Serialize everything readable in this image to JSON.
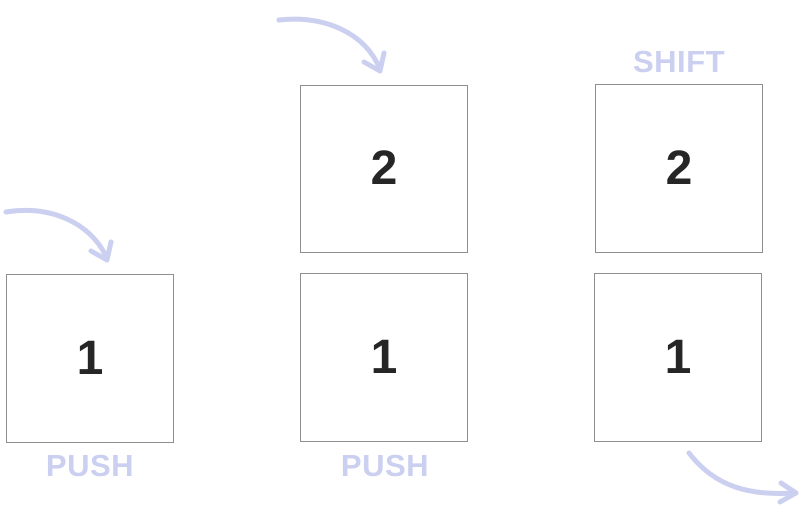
{
  "colors": {
    "accent": "#cbcff0",
    "box_border": "#8e8e8e",
    "digit": "#262626"
  },
  "stages": [
    {
      "boxes": [
        {
          "label": "1"
        }
      ],
      "operation": "PUSH",
      "arrow": "incoming"
    },
    {
      "boxes": [
        {
          "label": "2"
        },
        {
          "label": "1"
        }
      ],
      "operation": "PUSH",
      "arrow": "incoming"
    },
    {
      "boxes": [
        {
          "label": "2"
        },
        {
          "label": "1"
        }
      ],
      "operation": "SHIFT",
      "arrow": "outgoing"
    }
  ]
}
